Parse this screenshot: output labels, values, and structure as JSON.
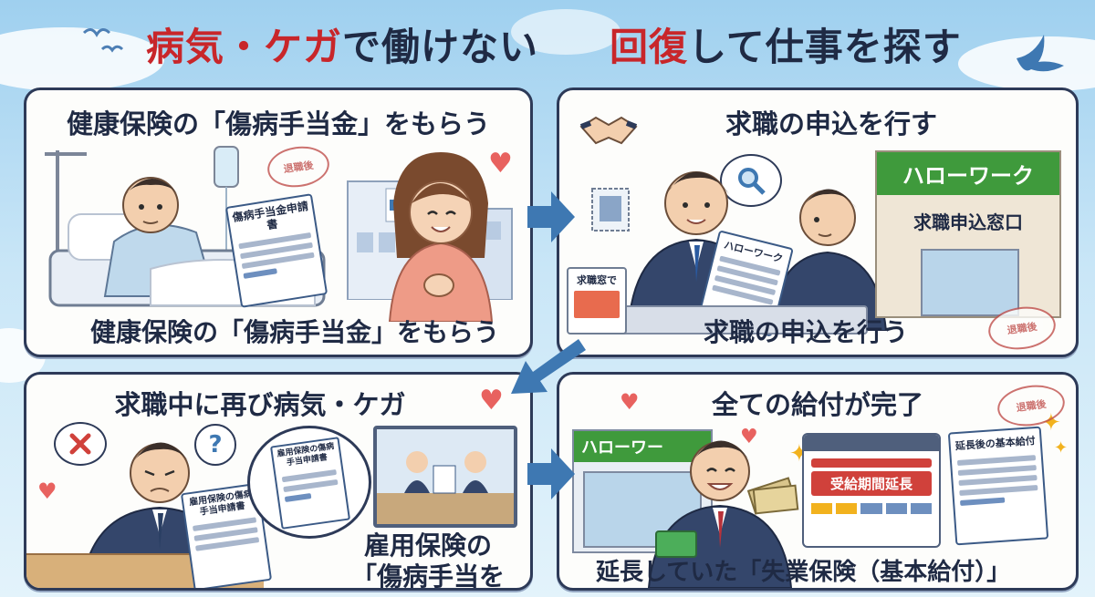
{
  "header": {
    "left_red": "病気・ケガ",
    "left_black": "で働けない",
    "right_red": "回復",
    "right_black": "して仕事を探す"
  },
  "panels": {
    "p1": {
      "title": "健康保険の「傷病手当金」をもらう",
      "caption": "健康保険の「傷病手当金」をもらう",
      "form_label": "傷病手当金申請書",
      "stamp": "退職後"
    },
    "p2": {
      "title": "求職の申込を行す",
      "caption": "求職の申込を行う",
      "sign": "ハローワーク",
      "window_sign": "求職申込窓口",
      "desk_sign": "求職窓で",
      "doc_label": "ハローワーク",
      "stamp": "退職後"
    },
    "p3": {
      "title": "求職中に再び病気・ケガ",
      "caption_line1": "雇用保険の",
      "caption_line2": "「傷病手当を",
      "doc_label": "雇用保険の傷病手当申請書",
      "bubble_doc_label": "雇用保険の傷病手当申請書"
    },
    "p4": {
      "title": "全ての給付が完了",
      "caption": "延長していた「失業保険（基本給付）」",
      "sign": "ハローワー",
      "calendar_label": "受給期間延長",
      "doc_label": "延長後の基本給付",
      "stamp": "退職後"
    }
  },
  "colors": {
    "accent_red": "#c8262a",
    "navy": "#2d3a58",
    "arrow_blue": "#3e78b2",
    "hellowork_green": "#3f9a3c"
  }
}
